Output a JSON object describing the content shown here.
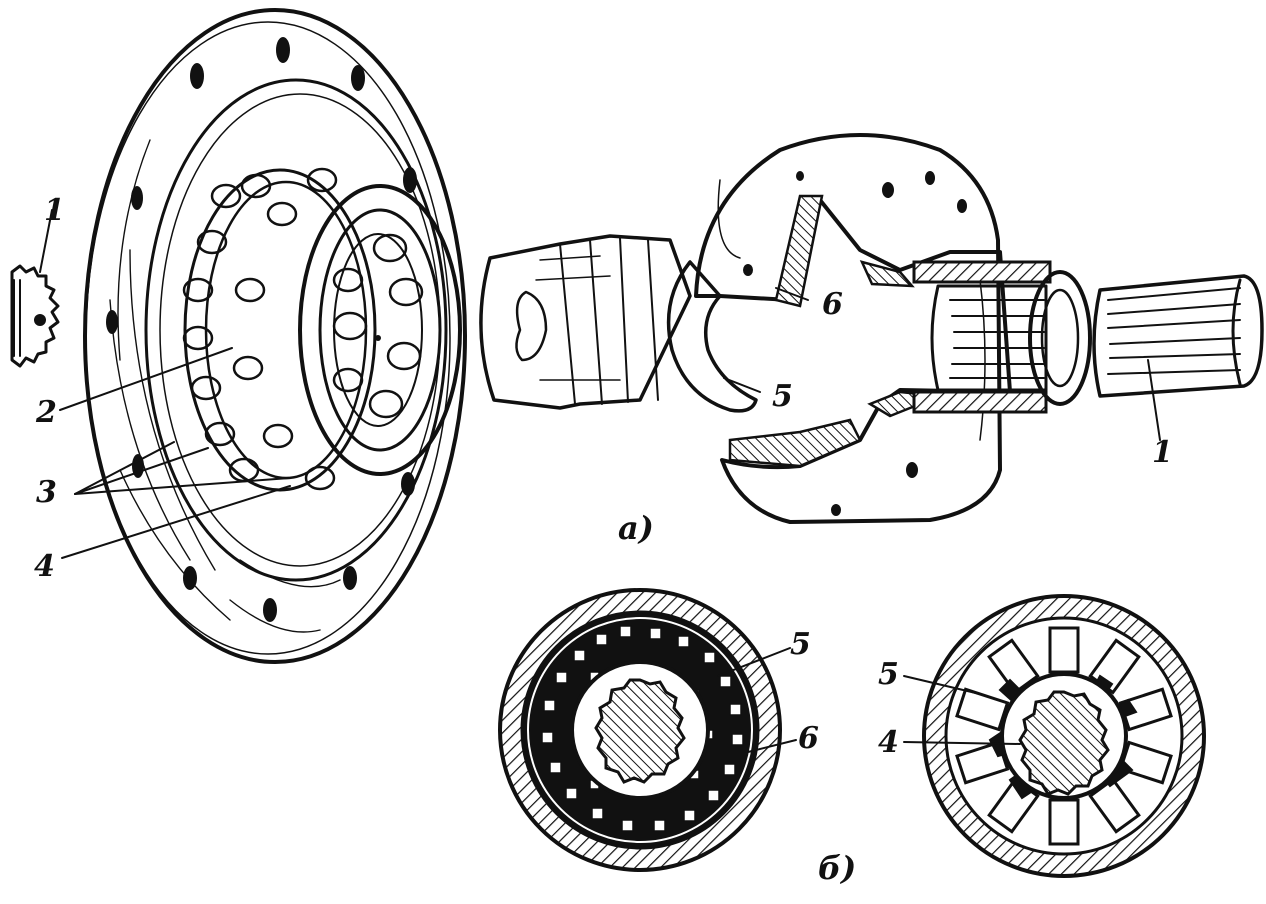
{
  "figure": {
    "subfigure_labels": {
      "a": "а)",
      "b": "б)"
    },
    "callouts": {
      "gear_left_1": "1",
      "cage_2": "2",
      "rollers_3": "3",
      "ring_4": "4",
      "bearing_5": "5",
      "cutaway_6": "6",
      "shaft_right_1": "1",
      "section_left_5": "5",
      "section_left_6": "6",
      "section_right_5": "5",
      "section_right_4": "4"
    }
  }
}
